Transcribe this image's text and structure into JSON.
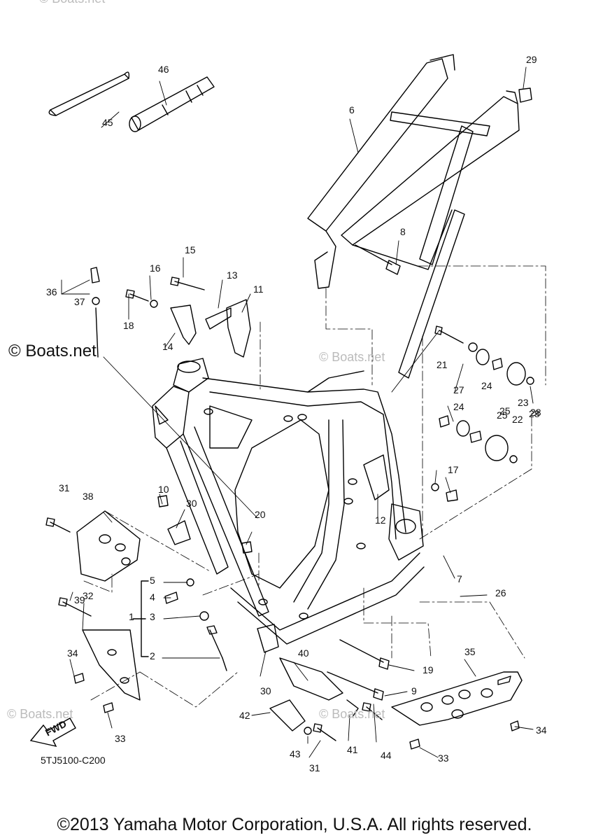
{
  "watermark_brand": "© Boats.net",
  "watermark_faint": "© Boats.net",
  "diagram_code": "5TJ5100-C200",
  "fwd_label": "FWD",
  "copyright": "©2013 Yamaha Motor Corporation, U.S.A. All rights reserved.",
  "callouts": [
    "1",
    "2",
    "3",
    "4",
    "5",
    "6",
    "7",
    "8",
    "9",
    "10",
    "11",
    "12",
    "13",
    "14",
    "15",
    "16",
    "17",
    "18",
    "19",
    "20",
    "21",
    "22",
    "23",
    "24",
    "25",
    "26",
    "27",
    "28",
    "29",
    "30",
    "31",
    "32",
    "33",
    "34",
    "35",
    "36",
    "37",
    "38",
    "39",
    "40",
    "41",
    "42",
    "43",
    "44",
    "45",
    "46"
  ]
}
